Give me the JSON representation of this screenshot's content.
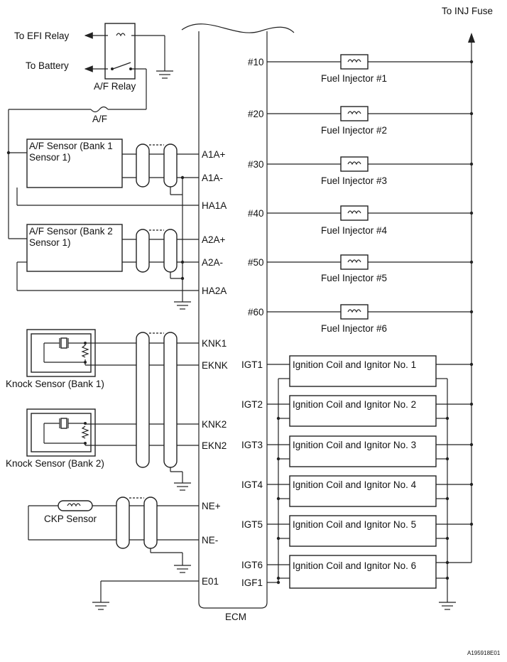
{
  "labels": {
    "to_inj_fuse": "To INJ Fuse",
    "to_efi_relay": "To EFI Relay",
    "to_battery": "To Battery",
    "af_relay": "A/F Relay",
    "af_fuse": "A/F",
    "af_sensor_b1_line1": "A/F Sensor (Bank 1",
    "af_sensor_b1_line2": "Sensor 1)",
    "af_sensor_b2_line1": "A/F Sensor (Bank 2",
    "af_sensor_b2_line2": "Sensor 1)",
    "knock_b1": "Knock Sensor (Bank 1)",
    "knock_b2": "Knock Sensor (Bank 2)",
    "ckp": "CKP Sensor",
    "ecm": "ECM",
    "fig_id": "A195918E01"
  },
  "ecm_left_pins": [
    "A1A+",
    "A1A-",
    "HA1A",
    "A2A+",
    "A2A-",
    "HA2A",
    "KNK1",
    "EKNK",
    "KNK2",
    "EKN2",
    "NE+",
    "NE-",
    "E01"
  ],
  "ecm_right_pins": [
    "#10",
    "#20",
    "#30",
    "#40",
    "#50",
    "#60",
    "IGT1",
    "IGT2",
    "IGT3",
    "IGT4",
    "IGT5",
    "IGT6",
    "IGF1"
  ],
  "injectors": [
    "Fuel Injector #1",
    "Fuel Injector #2",
    "Fuel Injector #3",
    "Fuel Injector #4",
    "Fuel Injector #5",
    "Fuel Injector #6"
  ],
  "ignition_coils": [
    "Ignition Coil and Ignitor No. 1",
    "Ignition Coil and Ignitor No. 2",
    "Ignition Coil and Ignitor No. 3",
    "Ignition Coil and Ignitor No. 4",
    "Ignition Coil and Ignitor No. 5",
    "Ignition Coil and Ignitor No. 6"
  ]
}
